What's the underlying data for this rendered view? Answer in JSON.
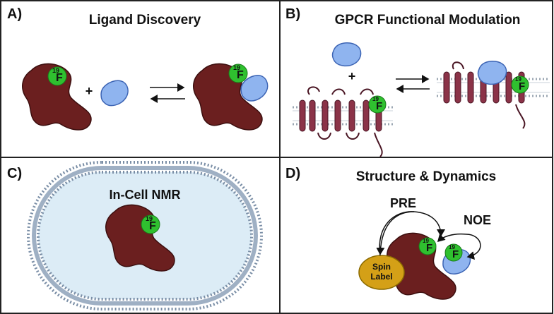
{
  "panels": [
    {
      "letter": "A)",
      "title": "Ligand Discovery"
    },
    {
      "letter": "B)",
      "title": "GPCR Functional Modulation"
    },
    {
      "letter": "C)",
      "title": "In-Cell NMR"
    },
    {
      "letter": "D)",
      "title": "Structure & Dynamics"
    }
  ],
  "labels": {
    "fluorine_mass": "19",
    "fluorine_symbol": "F",
    "plus": "+",
    "pre": "PRE",
    "noe": "NOE",
    "spin_label_line1": "Spin",
    "spin_label_line2": "Label"
  },
  "colors": {
    "protein": "#6b1f1f",
    "fluorine_badge": "#2fc02f",
    "ligand": "#8fb4ef",
    "receptor": "#8b3348",
    "membrane_head": "#9aa6b2",
    "cell_interior": "#dcecf6",
    "spin_label": "#d4a017"
  }
}
